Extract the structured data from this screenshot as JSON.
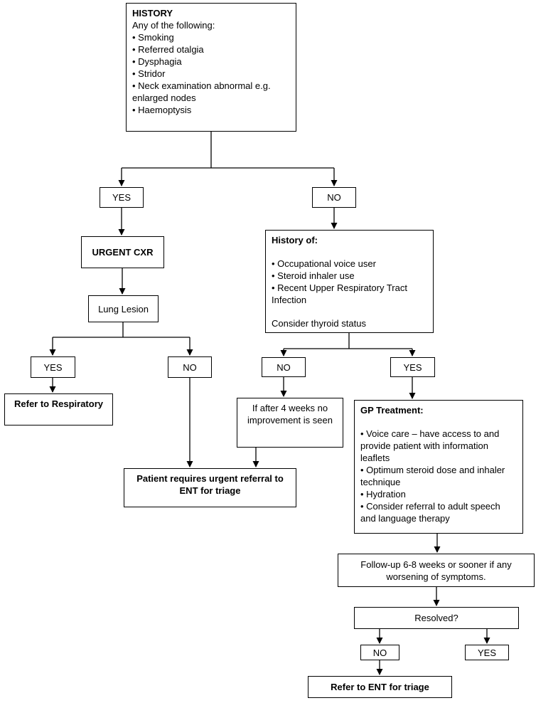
{
  "nodes": {
    "history": {
      "title": "HISTORY",
      "intro": "Any of the following:",
      "bullets": [
        "• Smoking",
        "• Referred otalgia",
        "• Dysphagia",
        "• Stridor",
        "• Neck examination abnormal e.g. enlarged nodes",
        "• Haemoptysis"
      ]
    },
    "yes1": {
      "label": "YES"
    },
    "no1": {
      "label": "NO"
    },
    "urgent_cxr": {
      "label": "URGENT CXR"
    },
    "lung_lesion": {
      "label": "Lung Lesion"
    },
    "yes2": {
      "label": "YES"
    },
    "no2": {
      "label": "NO"
    },
    "refer_respiratory": {
      "label": "Refer to Respiratory"
    },
    "ent_urgent": {
      "label": "Patient requires urgent referral to ENT for triage"
    },
    "history_of": {
      "title": "History of:",
      "bullets": [
        "• Occupational voice user",
        "• Steroid inhaler use",
        "• Recent Upper Respiratory Tract Infection"
      ],
      "footer": "Consider thyroid status"
    },
    "no3": {
      "label": "NO"
    },
    "yes3": {
      "label": "YES"
    },
    "if4weeks": {
      "label": "If after 4 weeks no improvement is seen"
    },
    "gp_treatment": {
      "title": "GP Treatment:",
      "bullets": [
        "• Voice care – have access to and provide patient with information leaflets",
        "• Optimum steroid dose and inhaler technique",
        "• Hydration",
        "• Consider referral to adult speech and language therapy"
      ]
    },
    "followup": {
      "label": "Follow-up 6-8 weeks or sooner if any worsening of symptoms."
    },
    "resolved": {
      "label": "Resolved?"
    },
    "no4": {
      "label": "NO"
    },
    "yes4": {
      "label": "YES"
    },
    "refer_ent": {
      "label": "Refer to ENT for triage"
    }
  },
  "colors": {
    "line": "#000000",
    "background": "#ffffff",
    "text": "#000000"
  }
}
